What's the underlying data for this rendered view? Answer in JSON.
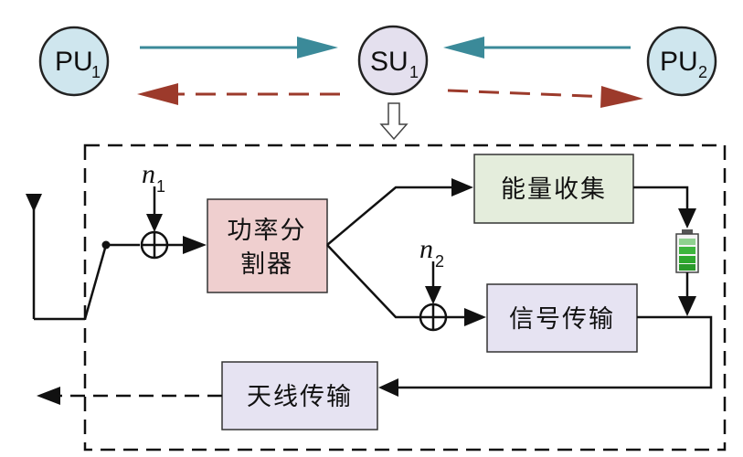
{
  "nodes": {
    "pu1": {
      "main": "PU",
      "sub": "1"
    },
    "su1": {
      "main": "SU",
      "sub": "1"
    },
    "pu2": {
      "main": "PU",
      "sub": "2"
    }
  },
  "blocks": {
    "power_splitter_line1": "功率分",
    "power_splitter_line2": "割器",
    "energy_harvest": "能量收集",
    "signal_transmit": "信号传输",
    "antenna_transmit": "天线传输"
  },
  "noise": {
    "n1": {
      "main": "n",
      "sub": "1"
    },
    "n2": {
      "main": "n",
      "sub": "2"
    }
  },
  "colors": {
    "node_fill": "#cfe6ee",
    "su_fill": "#e4e0ee",
    "teal_arrow": "#3b8a99",
    "red_arrow": "#9c3a2b",
    "splitter_fill": "#efcfcf",
    "harvest_fill": "#e4eddc",
    "signal_fill": "#e6e3f2",
    "battery_green": "#3db53d"
  }
}
